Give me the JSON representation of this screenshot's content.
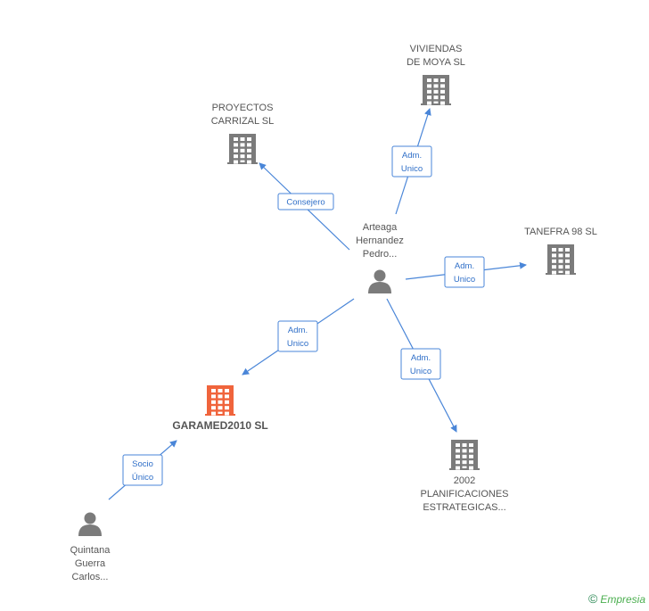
{
  "nodes": [
    {
      "id": "pedro",
      "kind": "person",
      "label": [
        "Arteaga",
        "Hernandez",
        "Pedro..."
      ],
      "main": false
    },
    {
      "id": "viviendas",
      "kind": "company",
      "label": [
        "VIVIENDAS",
        "DE MOYA SL"
      ],
      "main": false
    },
    {
      "id": "carrizal",
      "kind": "company",
      "label": [
        "PROYECTOS",
        "CARRIZAL SL"
      ],
      "main": false
    },
    {
      "id": "tanefra",
      "kind": "company",
      "label": [
        "TANEFRA 98 SL"
      ],
      "main": false
    },
    {
      "id": "garamed",
      "kind": "company",
      "label": [
        "GARAMED2010 SL"
      ],
      "main": true
    },
    {
      "id": "planif",
      "kind": "company",
      "label": [
        "2002",
        "PLANIFICACIONES",
        "ESTRATEGICAS..."
      ],
      "main": false
    },
    {
      "id": "carlos",
      "kind": "person",
      "label": [
        "Quintana",
        "Guerra",
        "Carlos..."
      ],
      "main": false
    }
  ],
  "edges": [
    {
      "from": "pedro",
      "to": "viviendas",
      "label": [
        "Adm.",
        "Unico"
      ]
    },
    {
      "from": "pedro",
      "to": "carrizal",
      "label": [
        "Consejero"
      ]
    },
    {
      "from": "pedro",
      "to": "tanefra",
      "label": [
        "Adm.",
        "Unico"
      ]
    },
    {
      "from": "pedro",
      "to": "garamed",
      "label": [
        "Adm.",
        "Unico"
      ]
    },
    {
      "from": "pedro",
      "to": "planif",
      "label": [
        "Adm.",
        "Unico"
      ]
    },
    {
      "from": "carlos",
      "to": "garamed",
      "label": [
        "Socio",
        "Único"
      ]
    }
  ],
  "colors": {
    "edge": "#4a86d8",
    "company": "#7b7b7b",
    "company_main": "#f0643c",
    "person": "#7b7b7b"
  },
  "footer": {
    "copyright": "©",
    "brand": "Empresia"
  }
}
